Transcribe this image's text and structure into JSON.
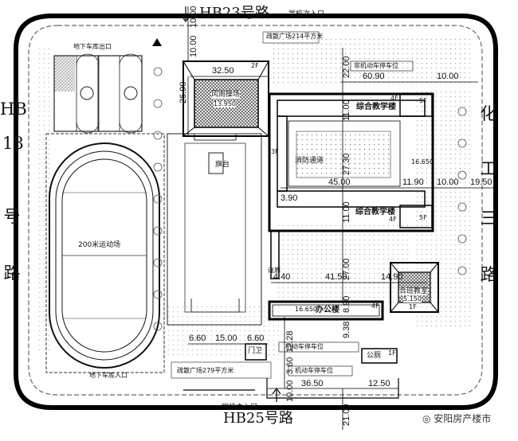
{
  "roads": {
    "north": "HB23号路",
    "south": "HB25号路",
    "west": [
      "HB",
      "18",
      "号",
      "路"
    ],
    "east": [
      "化",
      "工",
      "三",
      "路"
    ]
  },
  "entrances": {
    "secondary": "学校次入口",
    "main": "学校主入口"
  },
  "facilities": {
    "basketball": "",
    "track": "200米运动场",
    "flag_platform": "旗台",
    "rain_playground": "风雨操场",
    "rain_playground_elev": "13.950",
    "fire_lane": "消防通道",
    "teaching_bldg_1": "综合教学楼",
    "teaching_bldg_2": "综合教学楼",
    "office": "办公楼",
    "office_elev": "16.650",
    "teaching_elev": "16.650",
    "multi_class": "合班教室",
    "multi_class_elev": "5.150",
    "guard": "门卫",
    "toilet": "公厕",
    "corridor": "连廊",
    "north_plaza": "疏散广场214平方米",
    "south_plaza": "疏散广场279平方米",
    "bike_parking": "非机动车停车位",
    "car_parking_1": "机动车停车位",
    "car_parking_2": "机动车停车位",
    "garage_exit": "地下车库出口",
    "garage_entrance": "地下车库入口"
  },
  "floors": {
    "rain_pg": "2F",
    "bldg1": "4F",
    "bldg1_stair": "5F",
    "bldg2": "4F",
    "bldg2_stair": "5F",
    "link": "3F",
    "office": "4F",
    "multi_class": "1F",
    "toilet": "1F"
  },
  "dims": {
    "d1": "32.50",
    "d2": "10.00",
    "d3": "10.00",
    "d4": "60.90",
    "d5": "10.00",
    "d6": "26.90",
    "d7": "11.00",
    "d8": "22.00",
    "d9": "27.30",
    "d10": "45.00",
    "d11": "11.90",
    "d12": "10.00",
    "d13": "19.50",
    "d14": "3.90",
    "d15": "11.00",
    "d16": "4.40",
    "d17": "41.50",
    "d18": "27.00",
    "d19": "14.90",
    "d20": "8.90",
    "d21": "6.60",
    "d22": "15.00",
    "d23": "6.60",
    "d24": "12.28",
    "d25": "9.38",
    "d26": "3.60",
    "d27": "36.50",
    "d28": "12.50",
    "d29": "21.00",
    "d30": "10.00"
  },
  "watermark": "安阳房产楼市"
}
